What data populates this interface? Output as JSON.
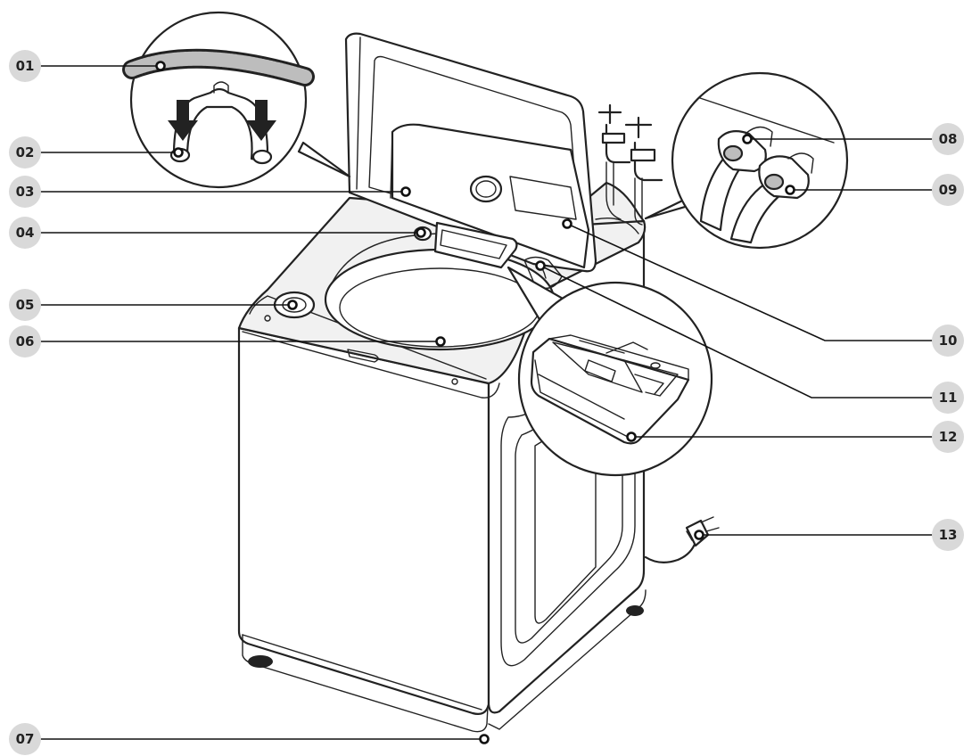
{
  "callouts": [
    {
      "id": "c01",
      "number": "01"
    },
    {
      "id": "c02",
      "number": "02"
    },
    {
      "id": "c03",
      "number": "03"
    },
    {
      "id": "c04",
      "number": "04"
    },
    {
      "id": "c05",
      "number": "05"
    },
    {
      "id": "c06",
      "number": "06"
    },
    {
      "id": "c07",
      "number": "07"
    },
    {
      "id": "c08",
      "number": "08"
    },
    {
      "id": "c09",
      "number": "09"
    },
    {
      "id": "c10",
      "number": "10"
    },
    {
      "id": "c11",
      "number": "11"
    },
    {
      "id": "c12",
      "number": "12"
    },
    {
      "id": "c13",
      "number": "13"
    }
  ],
  "colors": {
    "badge": "#d9d9d9",
    "line": "#222222",
    "background": "#ffffff"
  }
}
